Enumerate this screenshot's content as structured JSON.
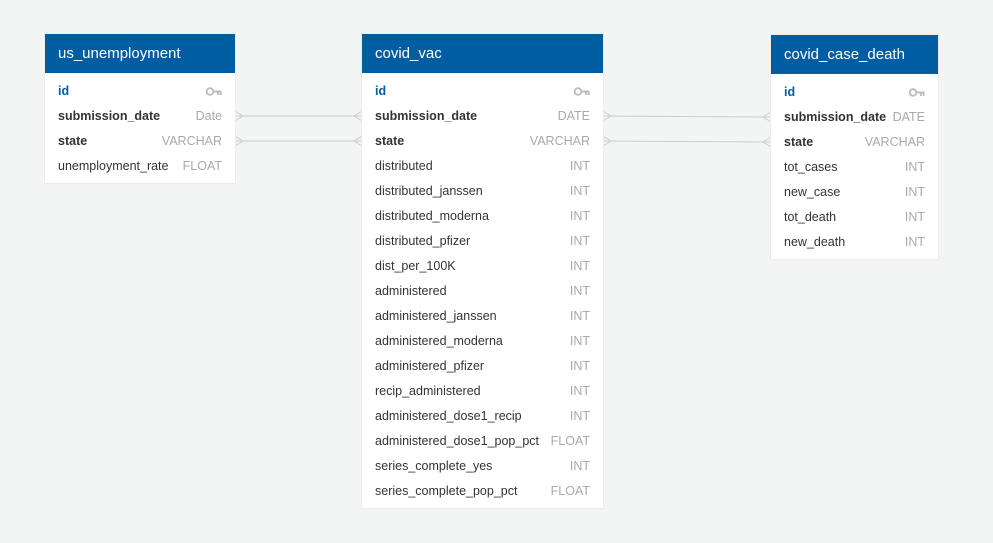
{
  "colors": {
    "background": "#f3f4f4",
    "header": "#005da2",
    "primary_key": "#005da2",
    "type_text": "#aaaaaa",
    "connector": "#cccccc"
  },
  "tables": {
    "us_unemployment": {
      "title": "us_unemployment",
      "columns": [
        {
          "name": "id",
          "type": "",
          "key": "key-icon"
        },
        {
          "name": "submission_date",
          "type": "Date"
        },
        {
          "name": "state",
          "type": "VARCHAR"
        },
        {
          "name": "unemployment_rate",
          "type": "FLOAT"
        }
      ]
    },
    "covid_vac": {
      "title": "covid_vac",
      "columns": [
        {
          "name": "id",
          "type": "",
          "key": "key-icon"
        },
        {
          "name": "submission_date",
          "type": "DATE"
        },
        {
          "name": "state",
          "type": "VARCHAR"
        },
        {
          "name": "distributed",
          "type": "INT"
        },
        {
          "name": "distributed_janssen",
          "type": "INT"
        },
        {
          "name": "distributed_moderna",
          "type": "INT"
        },
        {
          "name": "distributed_pfizer",
          "type": "INT"
        },
        {
          "name": "dist_per_100K",
          "type": "INT"
        },
        {
          "name": "administered",
          "type": "INT"
        },
        {
          "name": "administered_janssen",
          "type": "INT"
        },
        {
          "name": "administered_moderna",
          "type": "INT"
        },
        {
          "name": "administered_pfizer",
          "type": "INT"
        },
        {
          "name": "recip_administered",
          "type": "INT"
        },
        {
          "name": "administered_dose1_recip",
          "type": "INT"
        },
        {
          "name": "administered_dose1_pop_pct",
          "type": "FLOAT"
        },
        {
          "name": "series_complete_yes",
          "type": "INT"
        },
        {
          "name": "series_complete_pop_pct",
          "type": "FLOAT"
        }
      ]
    },
    "covid_case_death": {
      "title": "covid_case_death",
      "columns": [
        {
          "name": "id",
          "type": "",
          "key": "key-icon"
        },
        {
          "name": "submission_date",
          "type": "DATE"
        },
        {
          "name": "state",
          "type": "VARCHAR"
        },
        {
          "name": "tot_cases",
          "type": "INT"
        },
        {
          "name": "new_case",
          "type": "INT"
        },
        {
          "name": "tot_death",
          "type": "INT"
        },
        {
          "name": "new_death",
          "type": "INT"
        }
      ]
    }
  },
  "relationships": [
    {
      "from": "us_unemployment.submission_date",
      "to": "covid_vac.submission_date",
      "type": "many-to-many"
    },
    {
      "from": "us_unemployment.state",
      "to": "covid_vac.state",
      "type": "many-to-many"
    },
    {
      "from": "covid_vac.submission_date",
      "to": "covid_case_death.submission_date",
      "type": "many-to-many"
    },
    {
      "from": "covid_vac.state",
      "to": "covid_case_death.state",
      "type": "many-to-many"
    }
  ]
}
